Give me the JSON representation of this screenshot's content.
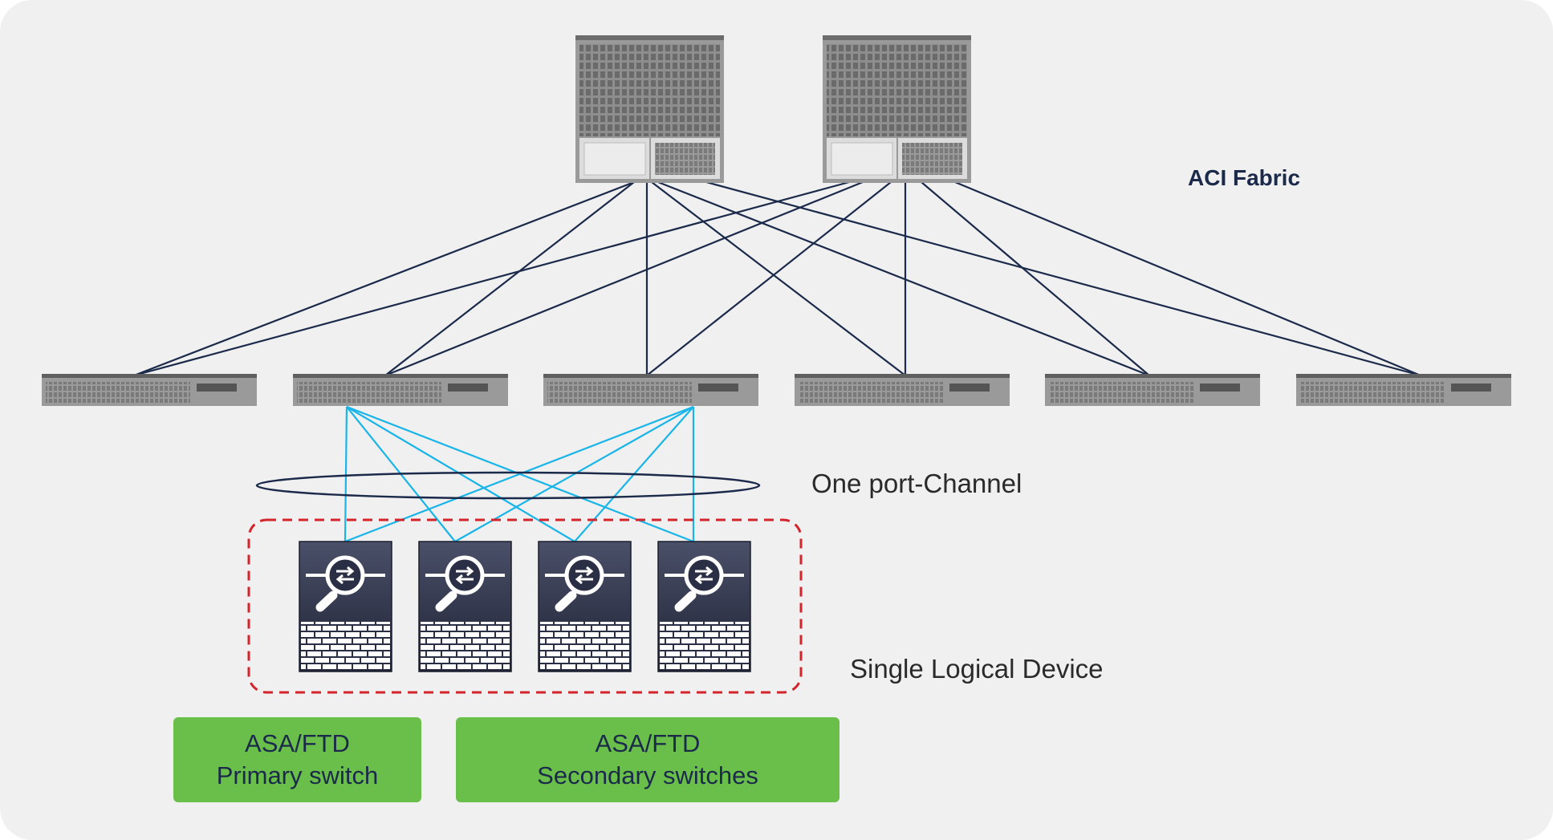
{
  "labels": {
    "aci_fabric": "ACI Fabric",
    "port_channel": "One port-Channel",
    "single_logical_device": "Single Logical Device"
  },
  "groups": {
    "primary": {
      "line1": "ASA/FTD",
      "line2": "Primary switch"
    },
    "secondary": {
      "line1": "ASA/FTD",
      "line2": "Secondary switches"
    }
  },
  "colors": {
    "background": "#f0f0f0",
    "fabric_link": "#1b2a4a",
    "cluster_link": "#19b5e8",
    "cluster_boundary": "#d3242c",
    "group_box": "#6abf4b",
    "firewall_body": "#2a2f45"
  },
  "icons": {
    "spine": "spine-switch-icon",
    "leaf": "leaf-switch-icon",
    "firewall": "firewall-icon"
  }
}
